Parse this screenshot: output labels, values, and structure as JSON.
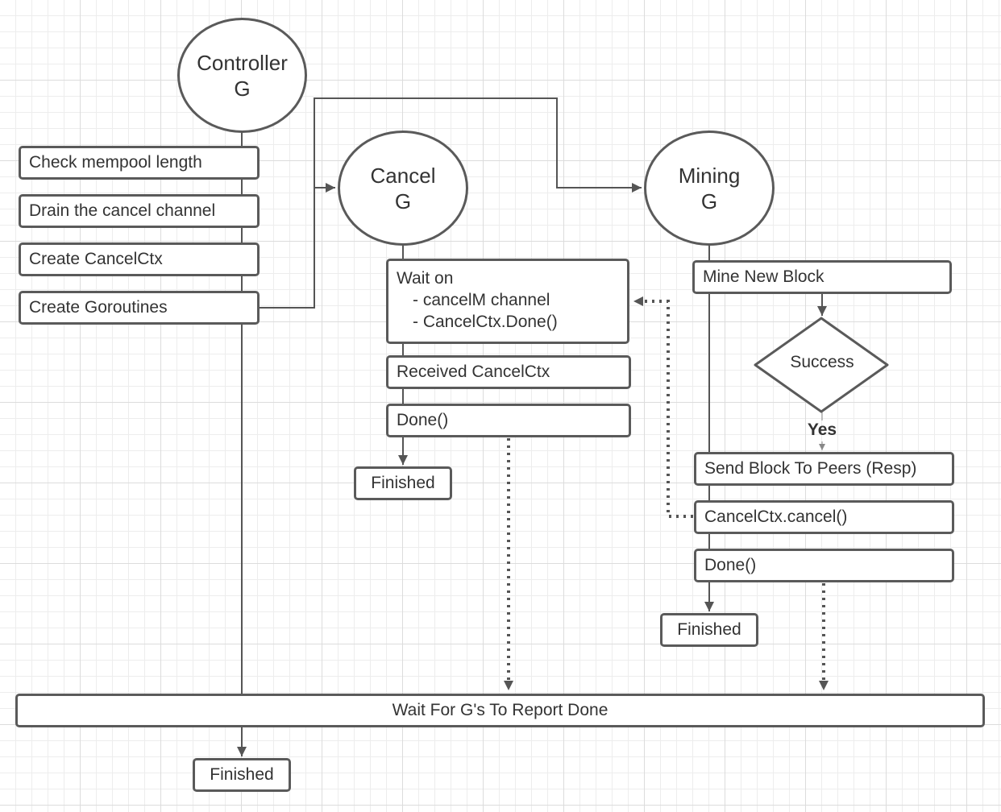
{
  "controller": {
    "title": "Controller",
    "subtitle": "G"
  },
  "cancel": {
    "title": "Cancel",
    "subtitle": "G"
  },
  "mining": {
    "title": "Mining",
    "subtitle": "G"
  },
  "controller_steps": [
    "Check mempool length",
    "Drain the cancel channel",
    "Create CancelCtx",
    "Create Goroutines"
  ],
  "cancel_steps": {
    "wait_title": "Wait on",
    "wait_items": [
      "- cancelM channel",
      "- CancelCtx.Done()"
    ],
    "received": "Received CancelCtx",
    "done": "Done()",
    "finished": "Finished"
  },
  "mining_steps": {
    "mine": "Mine New Block",
    "decision": "Success",
    "yes_label": "Yes",
    "send": "Send Block To Peers (Resp)",
    "cancel_call": "CancelCtx.cancel()",
    "done": "Done()",
    "finished": "Finished"
  },
  "wait_all": "Wait For G's To Report Done",
  "controller_finished": "Finished"
}
